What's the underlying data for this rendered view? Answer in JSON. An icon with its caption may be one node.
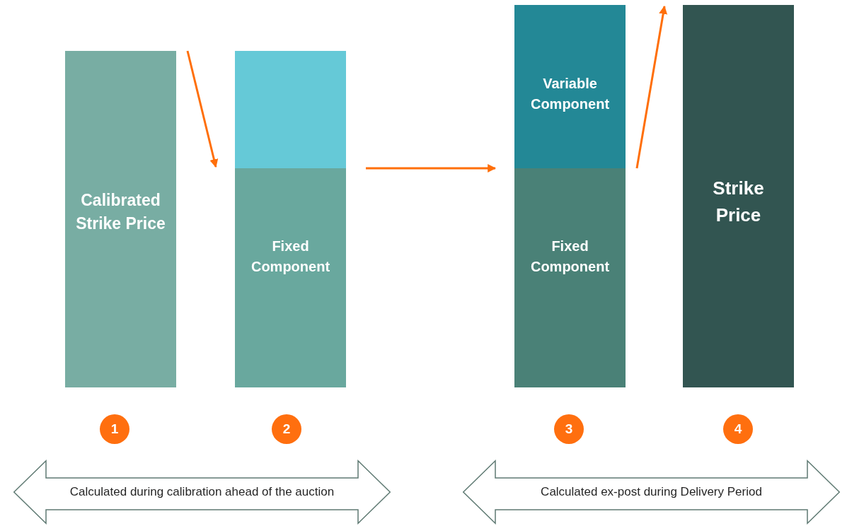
{
  "diagram": {
    "nodes": [
      {
        "text": [
          "Calibrated Strike Price"
        ]
      },
      {
        "text": [],
        "shape": "box"
      },
      {
        "text": [
          "Fixed Component"
        ]
      },
      {
        "text": [
          "Variable Component"
        ]
      },
      {
        "text": [
          "Fixed Component"
        ]
      },
      {
        "text": [
          "Strike Price"
        ]
      },
      {
        "text": [
          "1"
        ]
      },
      {
        "text": [
          "2"
        ]
      },
      {
        "text": [
          "3"
        ]
      },
      {
        "text": [
          "4"
        ]
      },
      {
        "text": [
          "Calculated during calibration ahead of the auction"
        ]
      },
      {
        "text": [
          "Calculated ex-post during Delivery Period"
        ]
      }
    ],
    "edges": [
      {
        "from": 0,
        "to": 2,
        "arrow": "to"
      },
      {
        "from": 2,
        "to": 4,
        "arrow": "to"
      },
      {
        "from": 4,
        "to": 5,
        "arrow": "to"
      }
    ]
  }
}
